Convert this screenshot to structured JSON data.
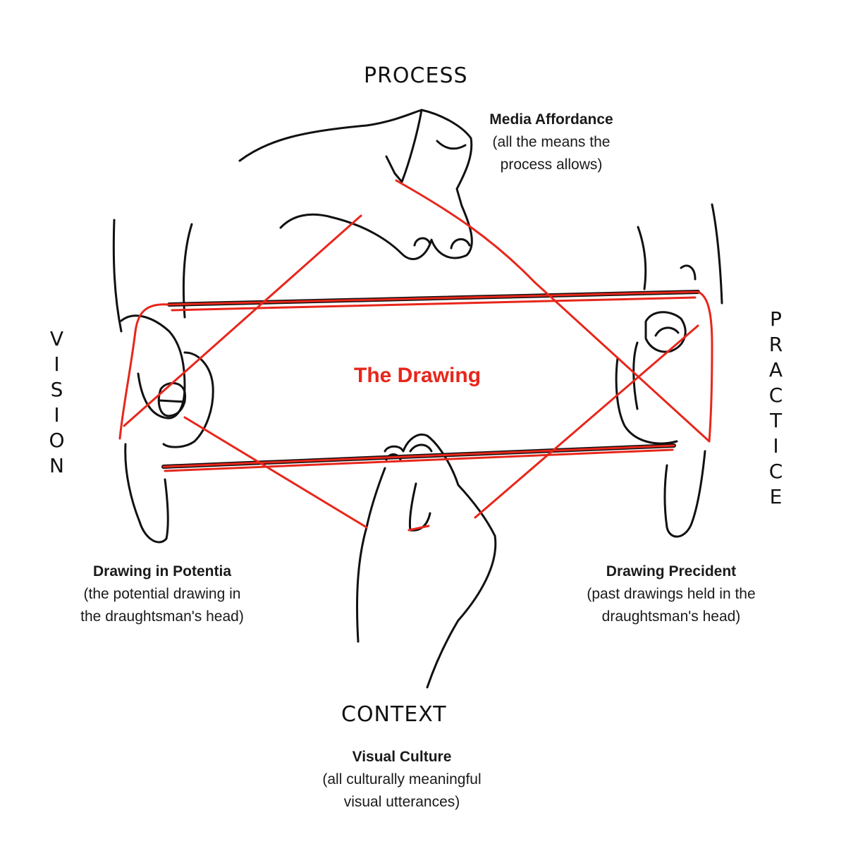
{
  "headings": {
    "process": "PROCESS",
    "context": "CONTEXT",
    "vision": "VISION",
    "practice": "PRACTICE"
  },
  "center_label": "The Drawing",
  "notes": {
    "media": {
      "title": "Media Affordance",
      "line1": "(all the means the",
      "line2": "process allows)"
    },
    "potentia": {
      "title": "Drawing in Potentia",
      "line1": "(the potential drawing in",
      "line2": "the draughtsman's head)"
    },
    "precident": {
      "title": "Drawing Precident",
      "line1": "(past drawings held in the",
      "line2": "draughtsman's head)"
    },
    "culture": {
      "title": "Visual Culture",
      "line1": "(all culturally meaningful",
      "line2": "visual utterances)"
    }
  },
  "colors": {
    "string": "#e8261b",
    "ink": "#111111"
  }
}
